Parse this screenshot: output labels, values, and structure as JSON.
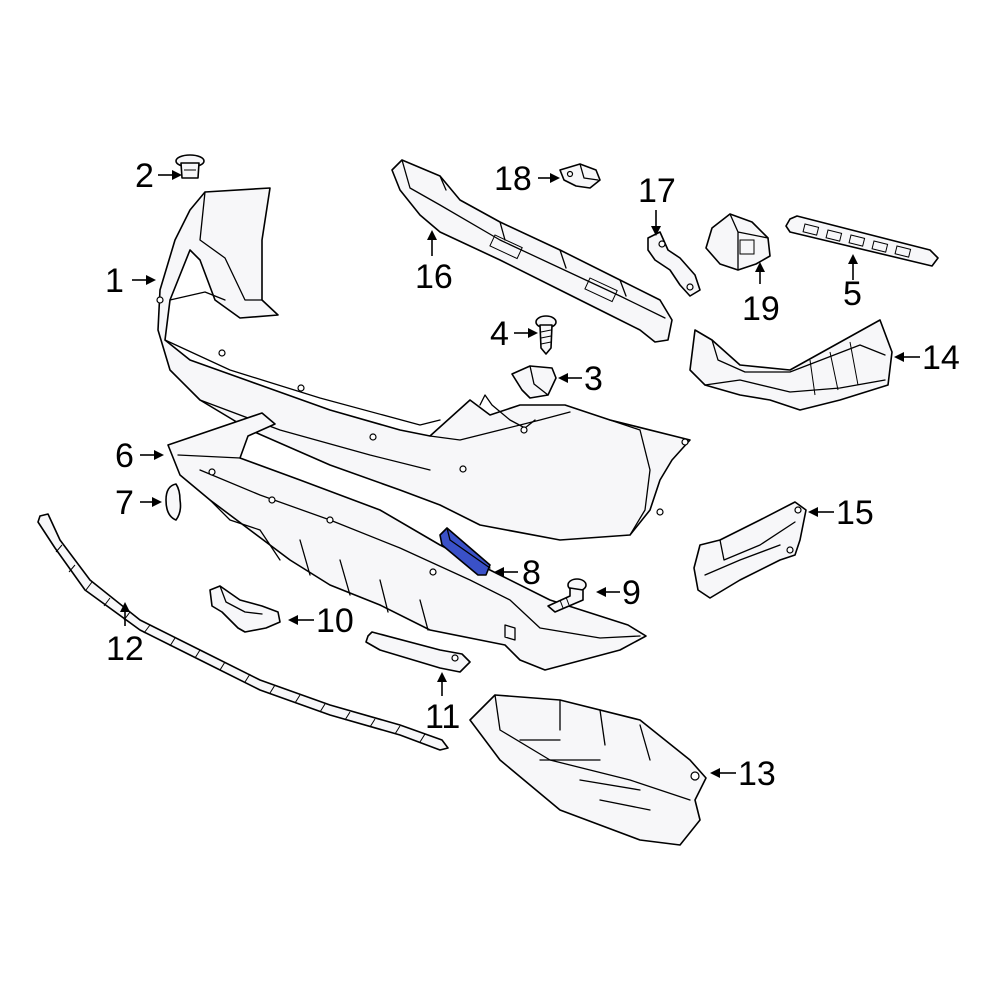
{
  "diagram": {
    "highlight_color": "#3a51c8",
    "callouts": [
      {
        "id": "c1",
        "label": "1"
      },
      {
        "id": "c2",
        "label": "2"
      },
      {
        "id": "c3",
        "label": "3"
      },
      {
        "id": "c4",
        "label": "4"
      },
      {
        "id": "c5",
        "label": "5"
      },
      {
        "id": "c6",
        "label": "6"
      },
      {
        "id": "c7",
        "label": "7"
      },
      {
        "id": "c8",
        "label": "8"
      },
      {
        "id": "c9",
        "label": "9"
      },
      {
        "id": "c10",
        "label": "10"
      },
      {
        "id": "c11",
        "label": "11"
      },
      {
        "id": "c12",
        "label": "12"
      },
      {
        "id": "c13",
        "label": "13"
      },
      {
        "id": "c14",
        "label": "14"
      },
      {
        "id": "c15",
        "label": "15"
      },
      {
        "id": "c16",
        "label": "16"
      },
      {
        "id": "c17",
        "label": "17"
      },
      {
        "id": "c18",
        "label": "18"
      },
      {
        "id": "c19",
        "label": "19"
      }
    ]
  }
}
